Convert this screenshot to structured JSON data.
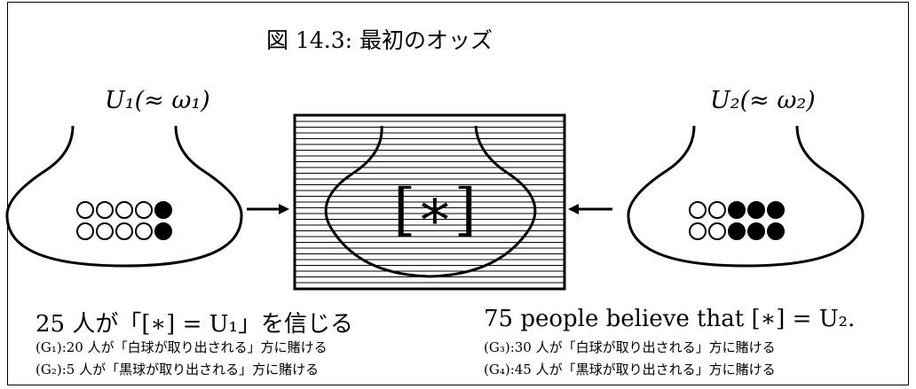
{
  "title": "図 14.3: 最初のオッズ",
  "urns": {
    "left": {
      "label": "U₁(≈ ω₁)",
      "white_balls": 8,
      "black_balls": 2
    },
    "right": {
      "label": "U₂(≈ ω₂)",
      "white_balls": 4,
      "black_balls": 6
    },
    "center": {
      "label": "[∗]"
    }
  },
  "left_text": {
    "main": "25 人が「[∗] = U₁」を信じる",
    "g1": "(G₁):20 人が「白球が取り出される」方に賭ける",
    "g2": "(G₂):5 人が「黒球が取り出される」方に賭ける"
  },
  "right_text": {
    "main": "75 people believe that [∗] = U₂.",
    "g3": "(G₃):30 人が「白球が取り出される」方に賭ける",
    "g4": "(G₄):45 人が「黒球が取り出される」方に賭ける"
  }
}
